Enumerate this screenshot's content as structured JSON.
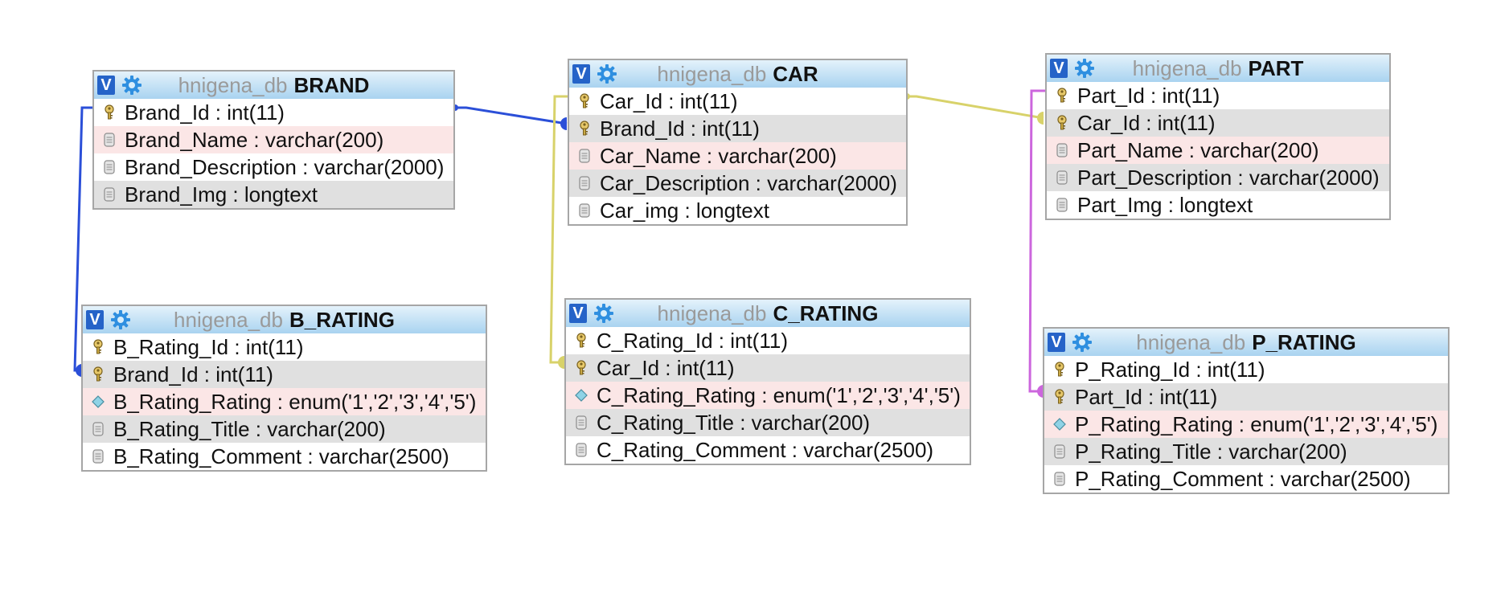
{
  "db_name": "hnigena_db",
  "header_button": "V",
  "colors": {
    "link_brand": "#2b4fd8",
    "link_car": "#d8d26a",
    "link_part": "#cc66dd",
    "header_blue": "#a9d3f0"
  },
  "tables": [
    {
      "id": "BRAND",
      "name": "BRAND",
      "columns": [
        {
          "text": "Brand_Id : int(11)",
          "icon": "key-icon",
          "bg": "white"
        },
        {
          "text": "Brand_Name : varchar(200)",
          "icon": "column-icon",
          "bg": "pink"
        },
        {
          "text": "Brand_Description : varchar(2000)",
          "icon": "column-icon",
          "bg": "white"
        },
        {
          "text": "Brand_Img : longtext",
          "icon": "column-icon",
          "bg": "grey"
        }
      ]
    },
    {
      "id": "CAR",
      "name": "CAR",
      "columns": [
        {
          "text": "Car_Id : int(11)",
          "icon": "key-icon",
          "bg": "white"
        },
        {
          "text": "Brand_Id : int(11)",
          "icon": "key-icon",
          "bg": "grey"
        },
        {
          "text": "Car_Name : varchar(200)",
          "icon": "column-icon",
          "bg": "pink"
        },
        {
          "text": "Car_Description : varchar(2000)",
          "icon": "column-icon",
          "bg": "grey"
        },
        {
          "text": "Car_img : longtext",
          "icon": "column-icon",
          "bg": "white"
        }
      ]
    },
    {
      "id": "PART",
      "name": "PART",
      "columns": [
        {
          "text": "Part_Id : int(11)",
          "icon": "key-icon",
          "bg": "white"
        },
        {
          "text": "Car_Id : int(11)",
          "icon": "key-icon",
          "bg": "grey"
        },
        {
          "text": "Part_Name : varchar(200)",
          "icon": "column-icon",
          "bg": "pink"
        },
        {
          "text": "Part_Description : varchar(2000)",
          "icon": "column-icon",
          "bg": "grey"
        },
        {
          "text": "Part_Img : longtext",
          "icon": "column-icon",
          "bg": "white"
        }
      ]
    },
    {
      "id": "B_RATING",
      "name": "B_RATING",
      "columns": [
        {
          "text": "B_Rating_Id : int(11)",
          "icon": "key-icon",
          "bg": "white"
        },
        {
          "text": "Brand_Id : int(11)",
          "icon": "key-icon",
          "bg": "grey"
        },
        {
          "text": "B_Rating_Rating : enum('1','2','3','4','5')",
          "icon": "enum-icon",
          "bg": "pink"
        },
        {
          "text": "B_Rating_Title : varchar(200)",
          "icon": "column-icon",
          "bg": "grey"
        },
        {
          "text": "B_Rating_Comment : varchar(2500)",
          "icon": "column-icon",
          "bg": "white"
        }
      ]
    },
    {
      "id": "C_RATING",
      "name": "C_RATING",
      "columns": [
        {
          "text": "C_Rating_Id : int(11)",
          "icon": "key-icon",
          "bg": "white"
        },
        {
          "text": "Car_Id : int(11)",
          "icon": "key-icon",
          "bg": "grey"
        },
        {
          "text": "C_Rating_Rating : enum('1','2','3','4','5')",
          "icon": "enum-icon",
          "bg": "pink"
        },
        {
          "text": "C_Rating_Title : varchar(200)",
          "icon": "column-icon",
          "bg": "grey"
        },
        {
          "text": "C_Rating_Comment : varchar(2500)",
          "icon": "column-icon",
          "bg": "white"
        }
      ]
    },
    {
      "id": "P_RATING",
      "name": "P_RATING",
      "columns": [
        {
          "text": "P_Rating_Id : int(11)",
          "icon": "key-icon",
          "bg": "white"
        },
        {
          "text": "Part_Id : int(11)",
          "icon": "key-icon",
          "bg": "grey"
        },
        {
          "text": "P_Rating_Rating : enum('1','2','3','4','5')",
          "icon": "enum-icon",
          "bg": "pink"
        },
        {
          "text": "P_Rating_Title : varchar(200)",
          "icon": "column-icon",
          "bg": "grey"
        },
        {
          "text": "P_Rating_Comment : varchar(2500)",
          "icon": "column-icon",
          "bg": "white"
        }
      ]
    }
  ],
  "relations": [
    {
      "from": "BRAND.Brand_Id",
      "to": "CAR.Brand_Id",
      "color": "link_brand"
    },
    {
      "from": "BRAND.Brand_Id",
      "to": "B_RATING.Brand_Id",
      "color": "link_brand"
    },
    {
      "from": "CAR.Car_Id",
      "to": "PART.Car_Id",
      "color": "link_car"
    },
    {
      "from": "CAR.Car_Id",
      "to": "C_RATING.Car_Id",
      "color": "link_car"
    },
    {
      "from": "PART.Part_Id",
      "to": "P_RATING.Part_Id",
      "color": "link_part"
    }
  ]
}
